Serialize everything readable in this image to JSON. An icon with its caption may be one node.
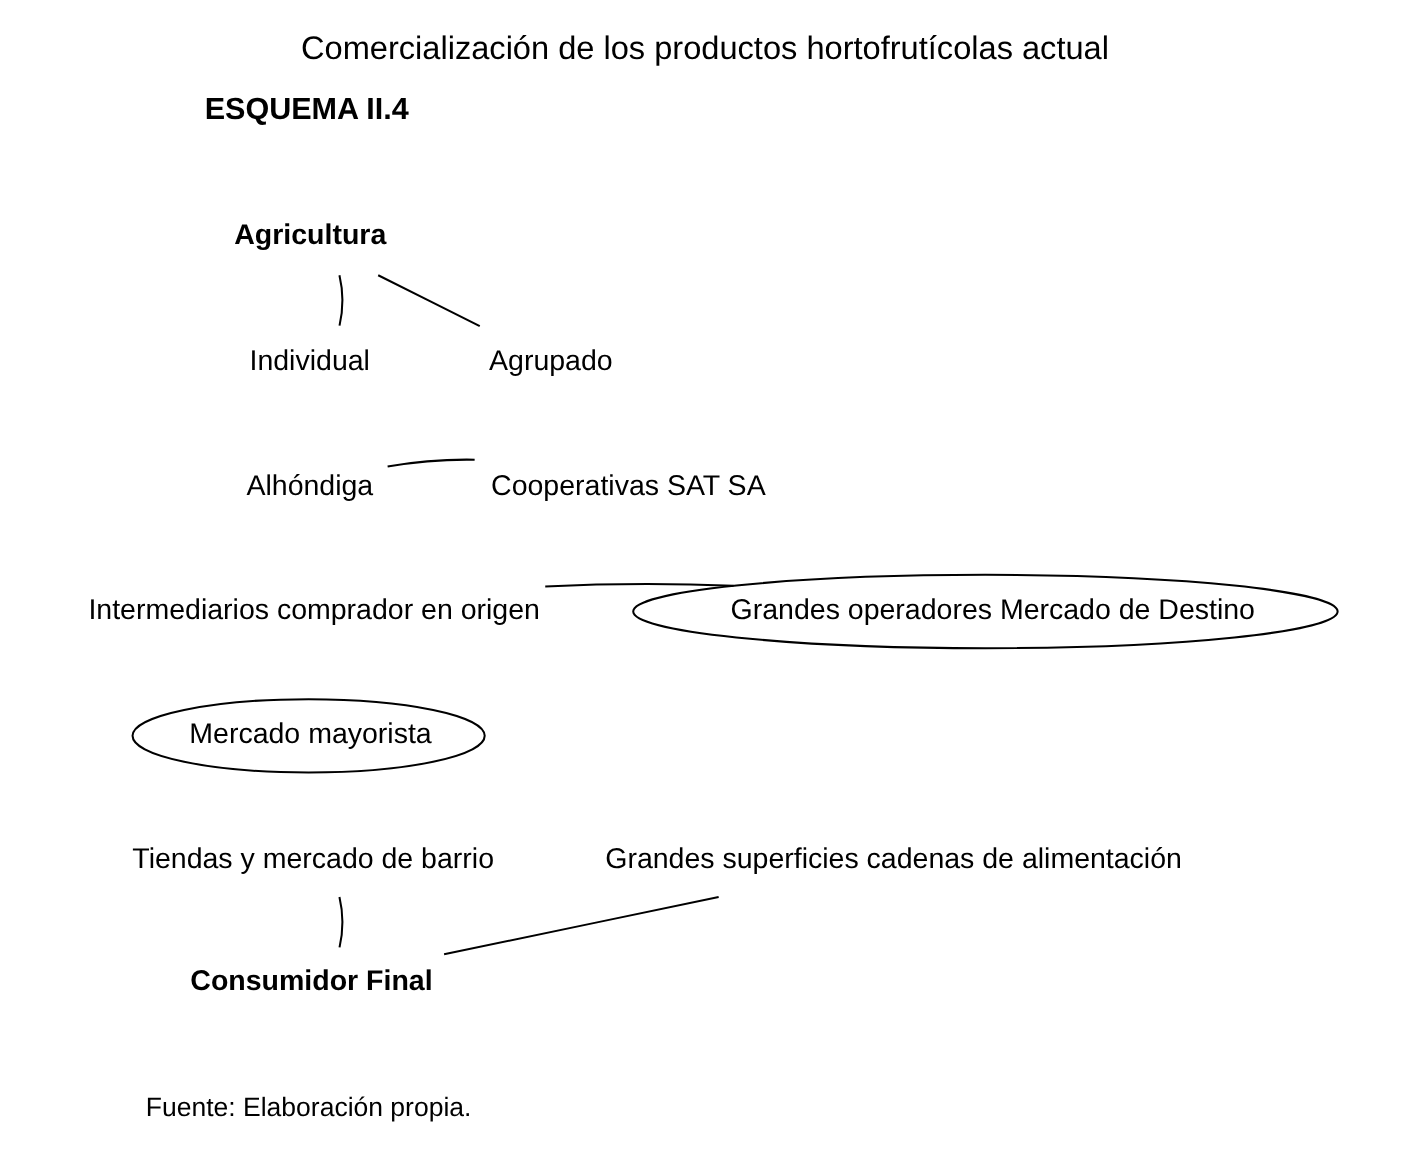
{
  "diagram": {
    "title": "Comercialización de los productos hortofrutícolas actual",
    "caption": "Fuente: Elaboración propia.",
    "nodes": [
      {
        "text": [
          "Agricultura"
        ]
      },
      {
        "text": [
          "Individual"
        ]
      },
      {
        "text": [
          "Agrupado"
        ]
      },
      {
        "text": [
          "Alhóndiga"
        ]
      },
      {
        "text": [
          "Cooperativas SAT SA"
        ]
      },
      {
        "text": [
          "Intermediarios comprador en origen"
        ]
      },
      {
        "text": [
          "Mercado mayorista"
        ]
      },
      {
        "text": [
          "Grandes operadores Mercado de Destino"
        ]
      },
      {
        "text": [
          "Tiendas y mercado de barrio"
        ]
      },
      {
        "text": [
          "Grandes superficies cadenas de alimentación"
        ]
      },
      {
        "text": [
          "Consumidor Final"
        ]
      }
    ],
    "edges": [
      {
        "from": 0,
        "to": 1,
        "arrow": "none"
      },
      {
        "from": 0,
        "to": 2,
        "arrow": "none"
      },
      {
        "from": 3,
        "to": 4,
        "arrow": "none"
      },
      {
        "from": 5,
        "to": 7,
        "arrow": "none"
      },
      {
        "from": 8,
        "to": 10,
        "arrow": "none"
      },
      {
        "from": 9,
        "to": 10,
        "arrow": "none"
      }
    ],
    "labels": [
      "ESQUEMA II.4"
    ]
  }
}
